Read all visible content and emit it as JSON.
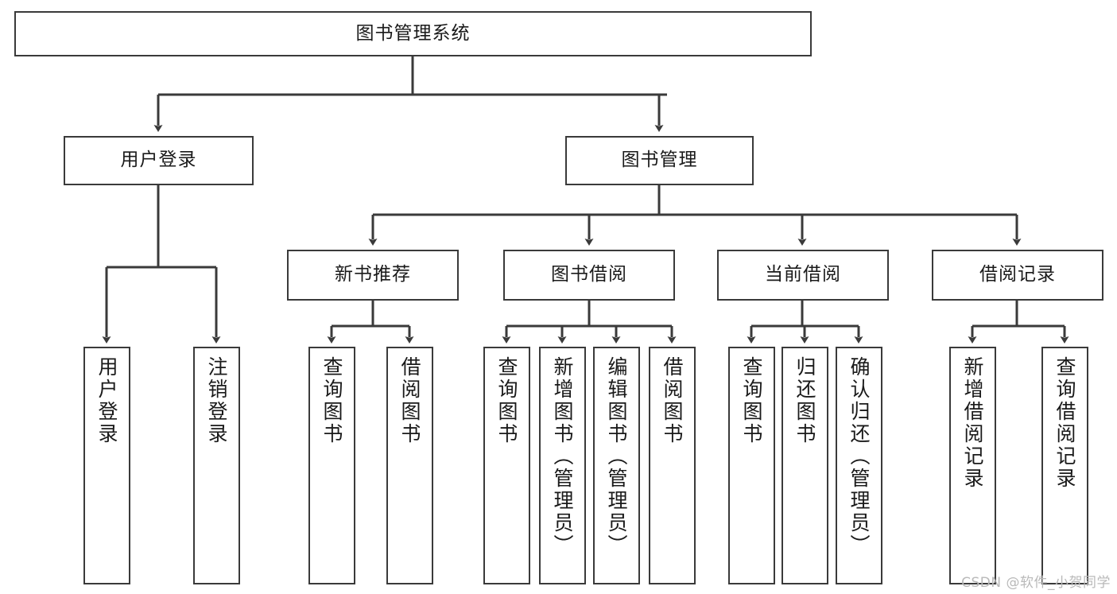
{
  "diagram": {
    "title": "图书管理系统",
    "type": "tree-hierarchy",
    "root": {
      "id": "root",
      "label": "图书管理系统"
    },
    "level2": [
      {
        "id": "login",
        "label": "用户登录"
      },
      {
        "id": "bookmgmt",
        "label": "图书管理"
      }
    ],
    "level3": [
      {
        "id": "newbook",
        "label": "新书推荐",
        "parent": "bookmgmt"
      },
      {
        "id": "borrow",
        "label": "图书借阅",
        "parent": "bookmgmt"
      },
      {
        "id": "current",
        "label": "当前借阅",
        "parent": "bookmgmt"
      },
      {
        "id": "history",
        "label": "借阅记录",
        "parent": "bookmgmt"
      }
    ],
    "leaves": [
      {
        "id": "leaf-user-login",
        "label": "用户登录",
        "parent": "login"
      },
      {
        "id": "leaf-user-logout",
        "label": "注销登录",
        "parent": "login"
      },
      {
        "id": "leaf-query-book-1",
        "label": "查询图书",
        "parent": "newbook"
      },
      {
        "id": "leaf-borrow-book-1",
        "label": "借阅图书",
        "parent": "newbook"
      },
      {
        "id": "leaf-query-book-2",
        "label": "查询图书",
        "parent": "borrow"
      },
      {
        "id": "leaf-add-book",
        "label": "新增图书（管理员）",
        "parent": "borrow"
      },
      {
        "id": "leaf-edit-book",
        "label": "编辑图书（管理员）",
        "parent": "borrow"
      },
      {
        "id": "leaf-borrow-book-2",
        "label": "借阅图书",
        "parent": "borrow"
      },
      {
        "id": "leaf-query-book-3",
        "label": "查询图书",
        "parent": "current"
      },
      {
        "id": "leaf-return-book",
        "label": "归还图书",
        "parent": "current"
      },
      {
        "id": "leaf-confirm-return",
        "label": "确认归还（管理员）",
        "parent": "current"
      },
      {
        "id": "leaf-add-record",
        "label": "新增借阅记录",
        "parent": "history"
      },
      {
        "id": "leaf-query-record",
        "label": "查询借阅记录",
        "parent": "history"
      }
    ]
  },
  "watermark": {
    "text": "CSDN @软件_小贺同学"
  },
  "colors": {
    "stroke": "#3a3a3a",
    "box_fill": "#ffffff",
    "text": "#1a1a1a",
    "watermark": "#b9b9b9",
    "background": "#ffffff"
  }
}
